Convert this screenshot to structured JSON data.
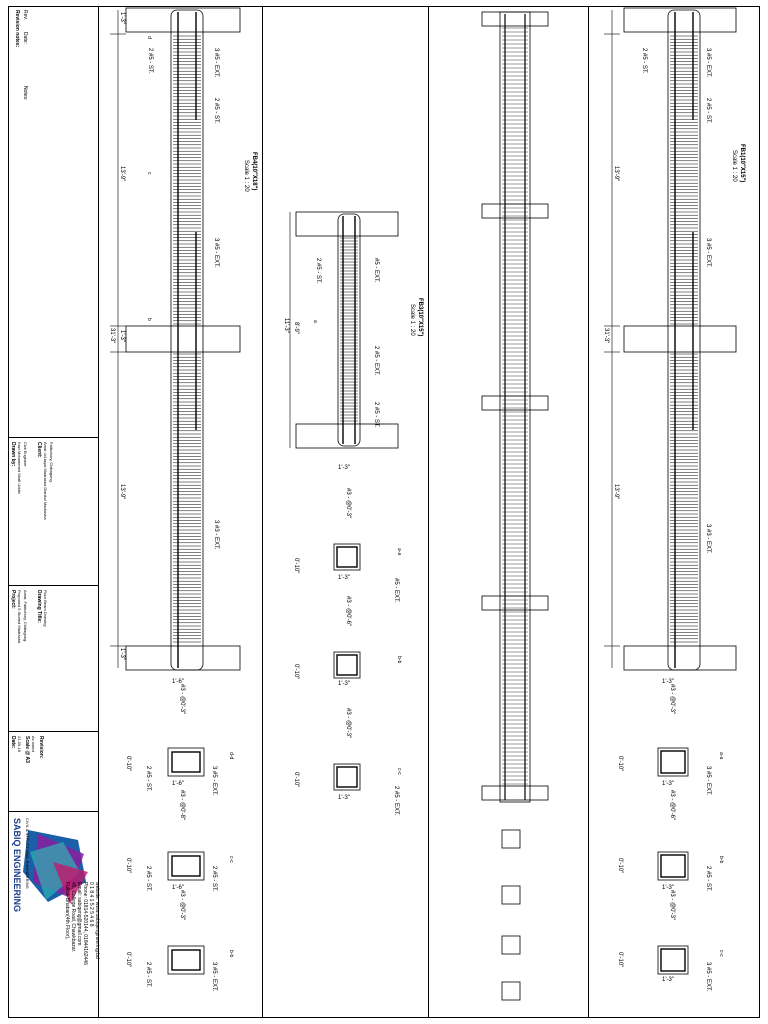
{
  "title_block": {
    "revision_notes": "Revision notes:",
    "rev": "Rev.",
    "date_col": "Date:",
    "notes_col": "Notes:",
    "drawn_by_label": "Drawn by:",
    "drawn_by": "Kazi Mohammed Shafi Uddin",
    "drawn_role": "Civil Engineer",
    "client_label": "Client:",
    "client": "Amat Ud-tayal Madrasha Diankol Madrasha",
    "client_loc": "Fatikchory, Chittagong.",
    "project_label": "Project:",
    "project": "Proposed 5 Storied Madrasha",
    "project_loc": "Amat, Fatikchory, Chittagong.",
    "drawing_title_label": "Drawing Title:",
    "drawing_title": "Floor Beam Drawing",
    "date_label": "Date:",
    "date": "21-09-18",
    "scale_label": "Scale @ A3",
    "scale": "As noted",
    "revision_label": "Revision:",
    "company": "SABIQ ENGINEERING",
    "company_tag": "CIVIL & STRUCTURAL ENGINEERING",
    "addr1": "Fulkoli Bhaban(4th Floor),",
    "addr2": "45, College Road, Chawkbazar.",
    "addr3": "Email: sabiqeng@gmail.com",
    "addr4": "Phone: 01814-520144, 01844162446",
    "addr5": "0 1 8 4 1 5 2 5 4 6 8",
    "addr6": "website: www.sabiqengineering.bd"
  },
  "beams": {
    "fb4_title": "FB4(10\"X18\")",
    "fb4_scale": "Scale 1 : 20",
    "fb3_title": "FB3(10\"X15\")",
    "fb3_scale": "Scale 1 : 20",
    "fb1_title": "FB1(10\"X15\")",
    "fb1_scale": "Scale 1 : 20",
    "span_13_9": "13'-9\"",
    "span_31_3": "31'-3\"",
    "span_8_9": "8'-9\"",
    "span_11_3": "11'-3\"",
    "col_1_3": "1'-3\"",
    "bar_2_5_st": "2 #5 - ST.",
    "bar_3_5_ext": "3 #5 - EXT.",
    "bar_2_5_ext": "2 #5 - EXT.",
    "bar_3_3_ext": "3 #3 - EXT.",
    "bar_5_ext": "#5 - EXT.",
    "stir_3": "#3 - @0'-3\"",
    "stir_6": "#3 - @0'-6\"",
    "stir_8": "#3 - @0'-8\"",
    "w_1_6": "1'-6\"",
    "w_1_3": "1'-3\"",
    "d_0_10": "0'-10\"",
    "sec_aa": "a-a",
    "sec_bb": "b-b",
    "sec_cc": "c-c",
    "sec_dd": "d-d",
    "mark_a": "a",
    "mark_b": "b",
    "mark_c": "c",
    "mark_d": "d"
  }
}
